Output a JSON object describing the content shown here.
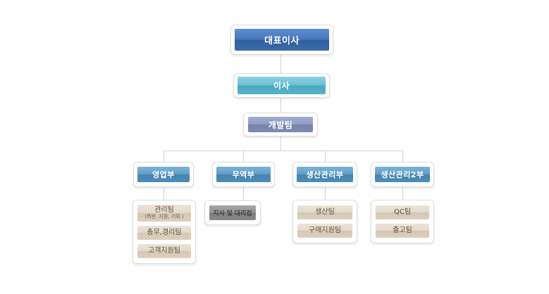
{
  "org_chart": {
    "ceo": "대표이사",
    "director": "이사",
    "dev_team": "개발팀",
    "departments": [
      {
        "name": "영업부",
        "teams": [
          {
            "name": "관리팀",
            "note": "(특판, 지원, 기획 )"
          },
          {
            "name": "총무,경리팀"
          },
          {
            "name": "고객지원팀"
          }
        ]
      },
      {
        "name": "무역부",
        "teams": [
          {
            "name": "지사 및  대리점"
          }
        ]
      },
      {
        "name": "생산관리부",
        "teams": [
          {
            "name": "생산팀"
          },
          {
            "name": "구매지원팀"
          }
        ]
      },
      {
        "name": "생산관리2부",
        "teams": [
          {
            "name": "QC팀"
          },
          {
            "name": "출고팀"
          }
        ]
      }
    ]
  }
}
